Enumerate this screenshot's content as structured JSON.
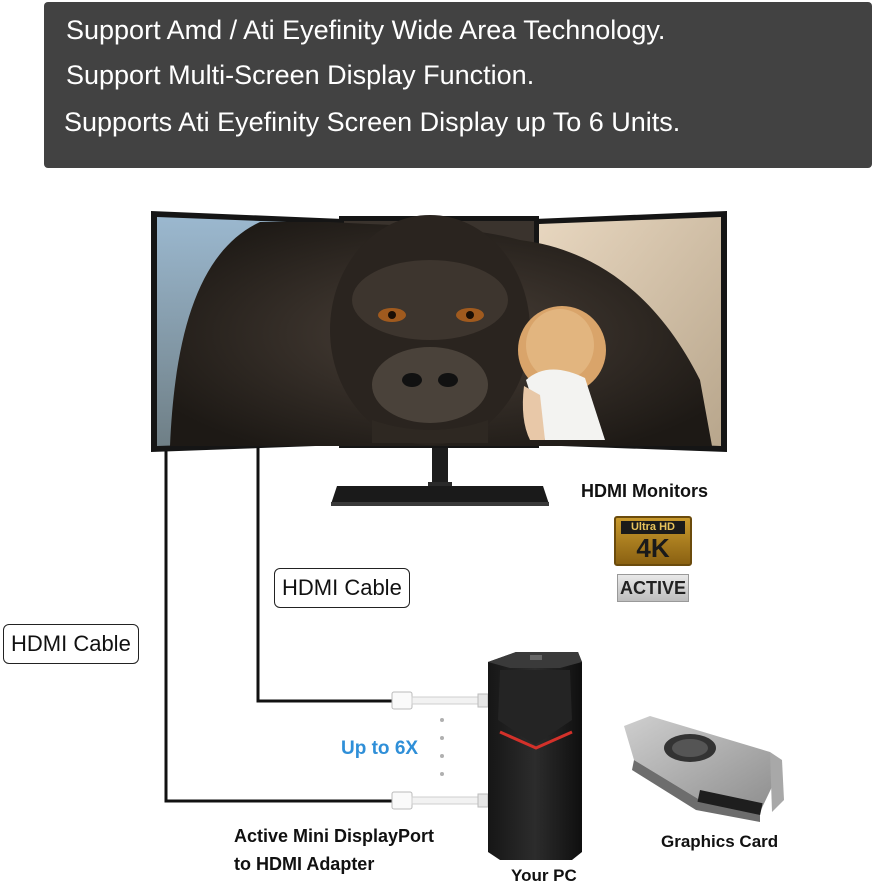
{
  "banner": {
    "lines": [
      "Support Amd / Ati Eyefinity Wide Area Technology.",
      "Support Multi-Screen Display Function.",
      "Supports Ati Eyefinity Screen Display up To 6 Units."
    ]
  },
  "labels": {
    "hdmi_monitors": "HDMI Monitors",
    "hdmi_cable_upper": "HDMI Cable",
    "hdmi_cable_left": "HDMI Cable",
    "up_to": "Up to 6X",
    "adapter_line1": "Active Mini DisplayPort",
    "adapter_line2": "to HDMI Adapter",
    "your_pc": "Your PC",
    "graphics_card": "Graphics Card"
  },
  "badges": {
    "uhd_text": "Ultra HD",
    "k4_text": "4K",
    "active_text": "ACTIVE"
  },
  "colors": {
    "banner_bg": "#424242",
    "accent_blue": "#2f8fd8",
    "badge_gold": "#c99a2d"
  }
}
